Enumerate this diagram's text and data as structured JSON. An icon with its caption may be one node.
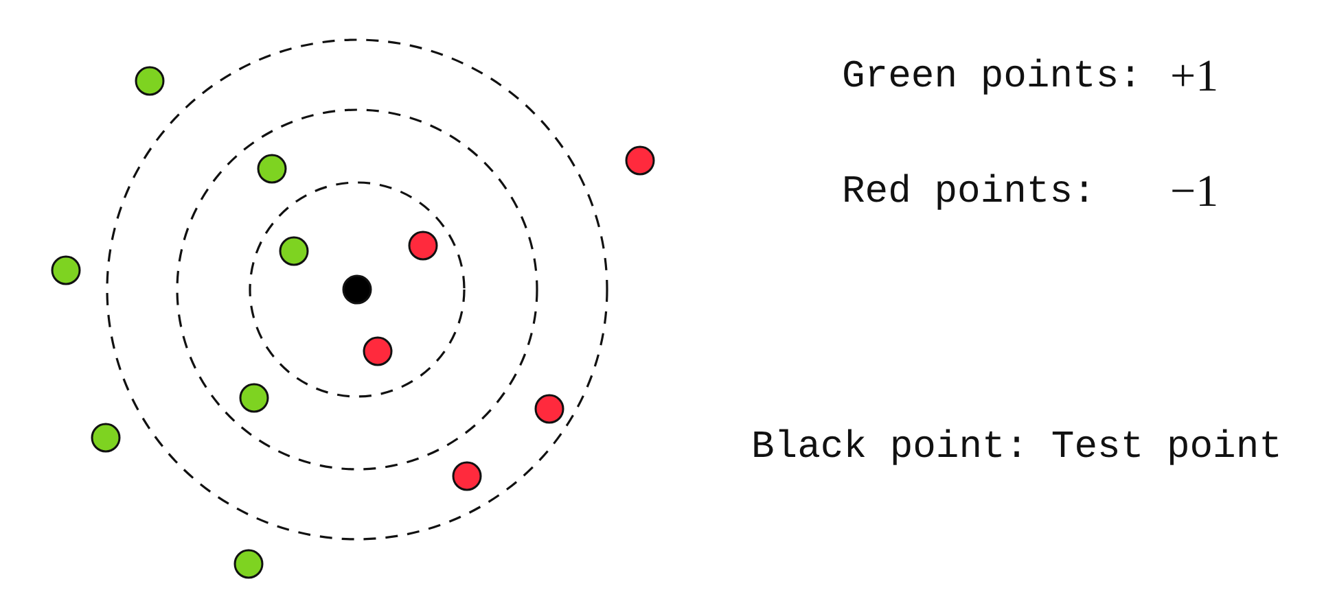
{
  "diagram": {
    "labels": [
      "Green points:",
      "+1",
      "Red points:",
      "−1",
      "Black point: Test point"
    ]
  }
}
